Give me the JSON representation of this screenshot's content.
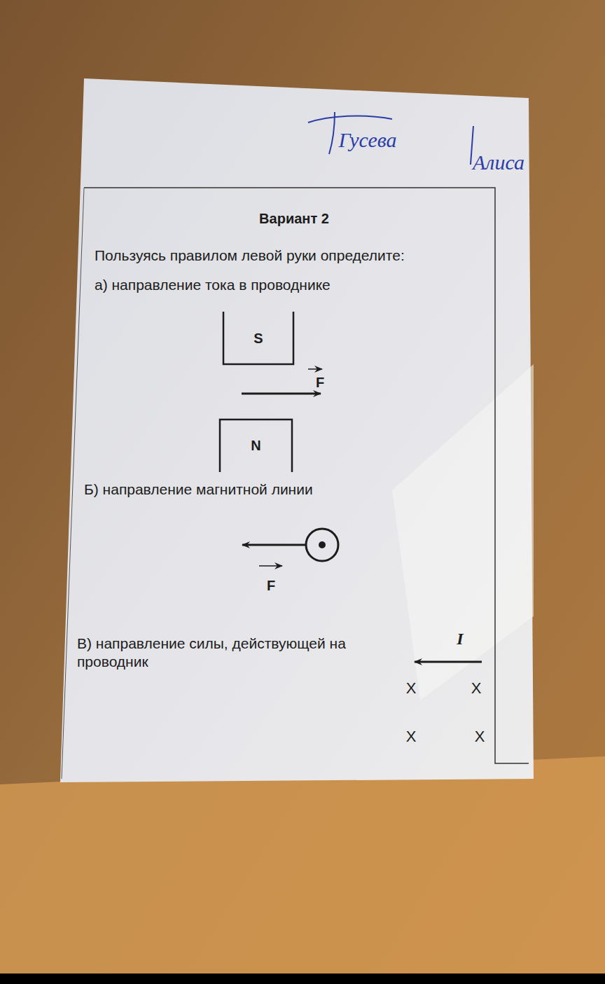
{
  "diagram": {
    "title": "Вариант 2",
    "nodes": [
      {
        "text": [
          "S"
        ]
      },
      {
        "text": [
          "N"
        ]
      }
    ],
    "labels": [
      "Гусева",
      "Алиса",
      "Пользуясь правилом левой руки определите:",
      "а) направление тока в проводнике",
      "F",
      "Б) направление магнитной линии",
      "F",
      "В) направление силы, действующей на проводник",
      "I",
      "X",
      "X",
      "X",
      "X"
    ]
  }
}
